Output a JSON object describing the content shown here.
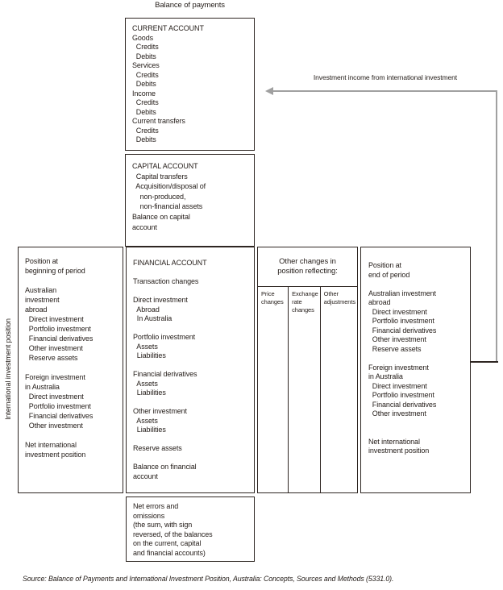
{
  "title": "Balance of payments",
  "side_label": "International investment position",
  "source": "Source: Balance of Payments and International Investment Position, Australia: Concepts, Sources and Methods (5331.0).",
  "arrow": {
    "label": "Investment income from international investment",
    "color": "#a0a0a0",
    "direction": "left"
  },
  "colors": {
    "background": "#ffffff",
    "border": "#2e2622",
    "text": "#231c18",
    "arrow_grey": "#a0a0a0"
  },
  "current_account": {
    "lines": [
      "CURRENT ACCOUNT",
      "Goods",
      "  Credits",
      "  Debits",
      "Services",
      "  Credits",
      "  Debits",
      "Income",
      "  Credits",
      "  Debits",
      "Current transfers",
      "  Credits",
      "  Debits"
    ]
  },
  "capital_account": {
    "lines": [
      "CAPITAL ACCOUNT",
      "  Capital transfers",
      "  Acquisition/disposal of",
      "    non-produced,",
      "    non-financial assets",
      "Balance on capital",
      "account"
    ]
  },
  "financial_account": {
    "lines": [
      "FINANCIAL ACCOUNT",
      "",
      "Transaction changes",
      "",
      "Direct investment",
      "  Abroad",
      "  In Australia",
      "",
      "Portfolio investment",
      "  Assets",
      "  Liabilities",
      "",
      "Financial derivatives",
      "  Assets",
      "  Liabilities",
      "",
      "Other investment",
      "  Assets",
      "  Liabilities",
      "",
      "Reserve assets",
      "",
      "Balance on financial",
      "account"
    ]
  },
  "position_beginning": {
    "lines": [
      "Position at",
      "beginning of period",
      "",
      "Australian",
      "investment",
      "abroad",
      "  Direct investment",
      "  Portfolio investment",
      "  Financial derivatives",
      "  Other investment",
      "  Reserve assets",
      "",
      "Foreign investment",
      "in Australia",
      "  Direct investment",
      "  Portfolio investment",
      "  Financial derivatives",
      "  Other investment",
      "",
      "Net international",
      "investment position"
    ]
  },
  "position_end": {
    "lines": [
      "Position at",
      "end of period",
      "",
      "Australian investment",
      "abroad",
      "  Direct investment",
      "  Portfolio investment",
      "  Financial derivatives",
      "  Other investment",
      "  Reserve assets",
      "",
      "Foreign investment",
      "in Australia",
      "  Direct investment",
      "  Portfolio investment",
      "  Financial derivatives",
      "  Other investment",
      "",
      "",
      "Net international",
      "investment position"
    ]
  },
  "other_changes": {
    "header_lines": [
      "Other changes in",
      "position reflecting:"
    ],
    "columns": [
      {
        "label_lines": [
          "Price",
          "changes"
        ]
      },
      {
        "label_lines": [
          "Exchange",
          "rate",
          "changes"
        ]
      },
      {
        "label_lines": [
          "Other",
          "adjustments"
        ]
      }
    ]
  },
  "net_errors": {
    "lines": [
      "Net errors and",
      "omissions",
      "(the sum, with sign",
      "reversed, of the balances",
      "on the current, capital",
      "and financial accounts)"
    ]
  }
}
